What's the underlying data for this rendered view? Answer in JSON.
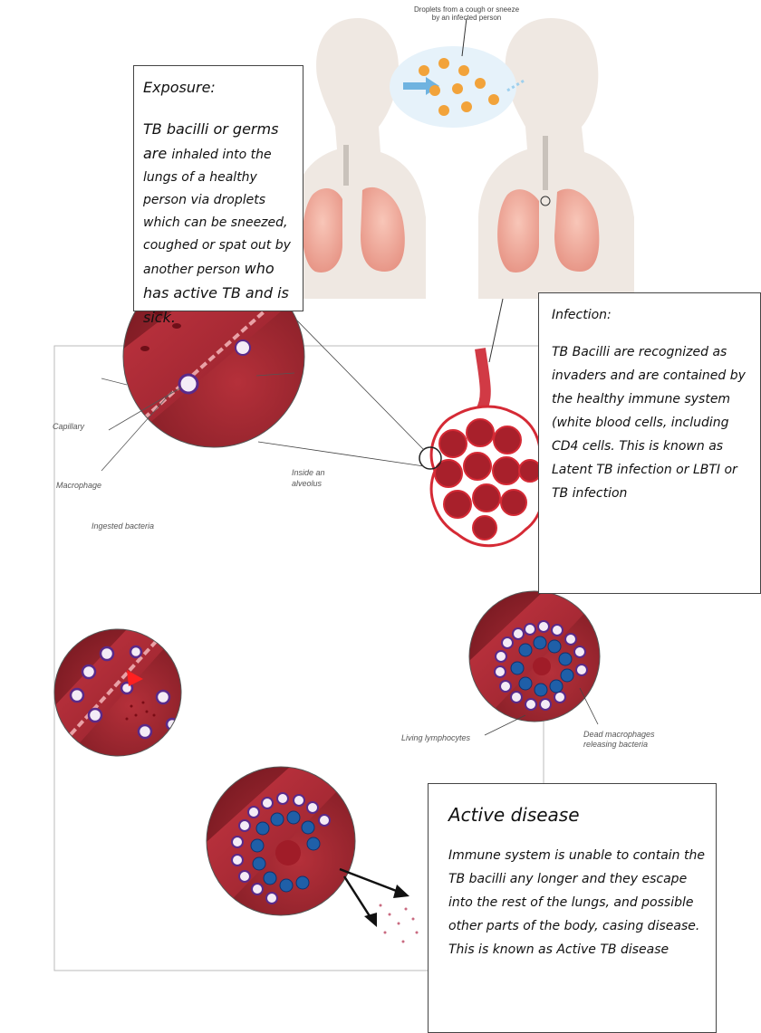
{
  "droplets_caption_line1": "Droplets from a cough or sneeze",
  "droplets_caption_line2": "by an infected person",
  "exposure": {
    "title": "Exposure:",
    "text_part1": "TB bacilli or germs are ",
    "text_part2": "inhaled into the lungs of a healthy person via droplets which can be sneezed, coughed or spat out by another person ",
    "text_part3": "who has active TB and is sick."
  },
  "infection": {
    "title": "Infection:",
    "text": "TB Bacilli are recognized as invaders and are contained by the healthy immune system (white blood cells, including CD4 cells. This is known as Latent TB infection or LBTI or TB infection"
  },
  "active": {
    "title": "Active disease",
    "text": "Immune system is unable to contain the TB bacilli any longer and they escape into the rest of the lungs, and possible other parts of the body, casing disease. This is known as Active TB disease"
  },
  "labels": {
    "capillary": "Capillary",
    "macrophage": "Macrophage",
    "ingested_bacteria": "Ingested bacteria",
    "inside_alveolus_1": "Inside an",
    "inside_alveolus_2": "alveolus",
    "living_lymphocytes": "Living lymphocytes",
    "dead_macrophages_1": "Dead macrophages",
    "dead_macrophages_2": "releasing bacteria"
  }
}
